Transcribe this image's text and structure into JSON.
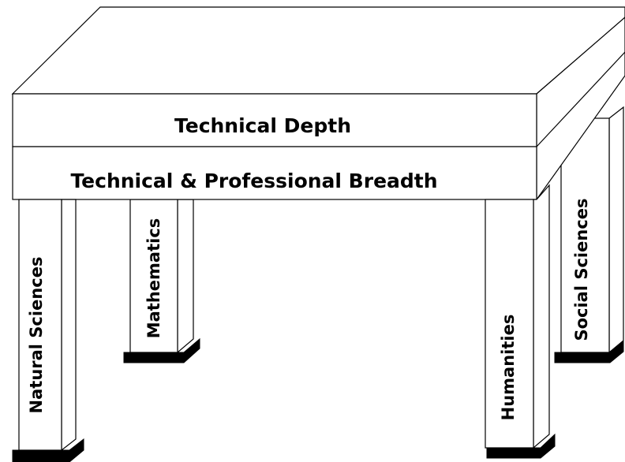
{
  "bands": {
    "top": "Technical Depth",
    "middle": "Technical & Professional Breadth"
  },
  "legs": {
    "front_left": "Natural Sciences",
    "back_left": "Mathematics",
    "front_right": "Humanities",
    "back_right": "Social Sciences"
  }
}
